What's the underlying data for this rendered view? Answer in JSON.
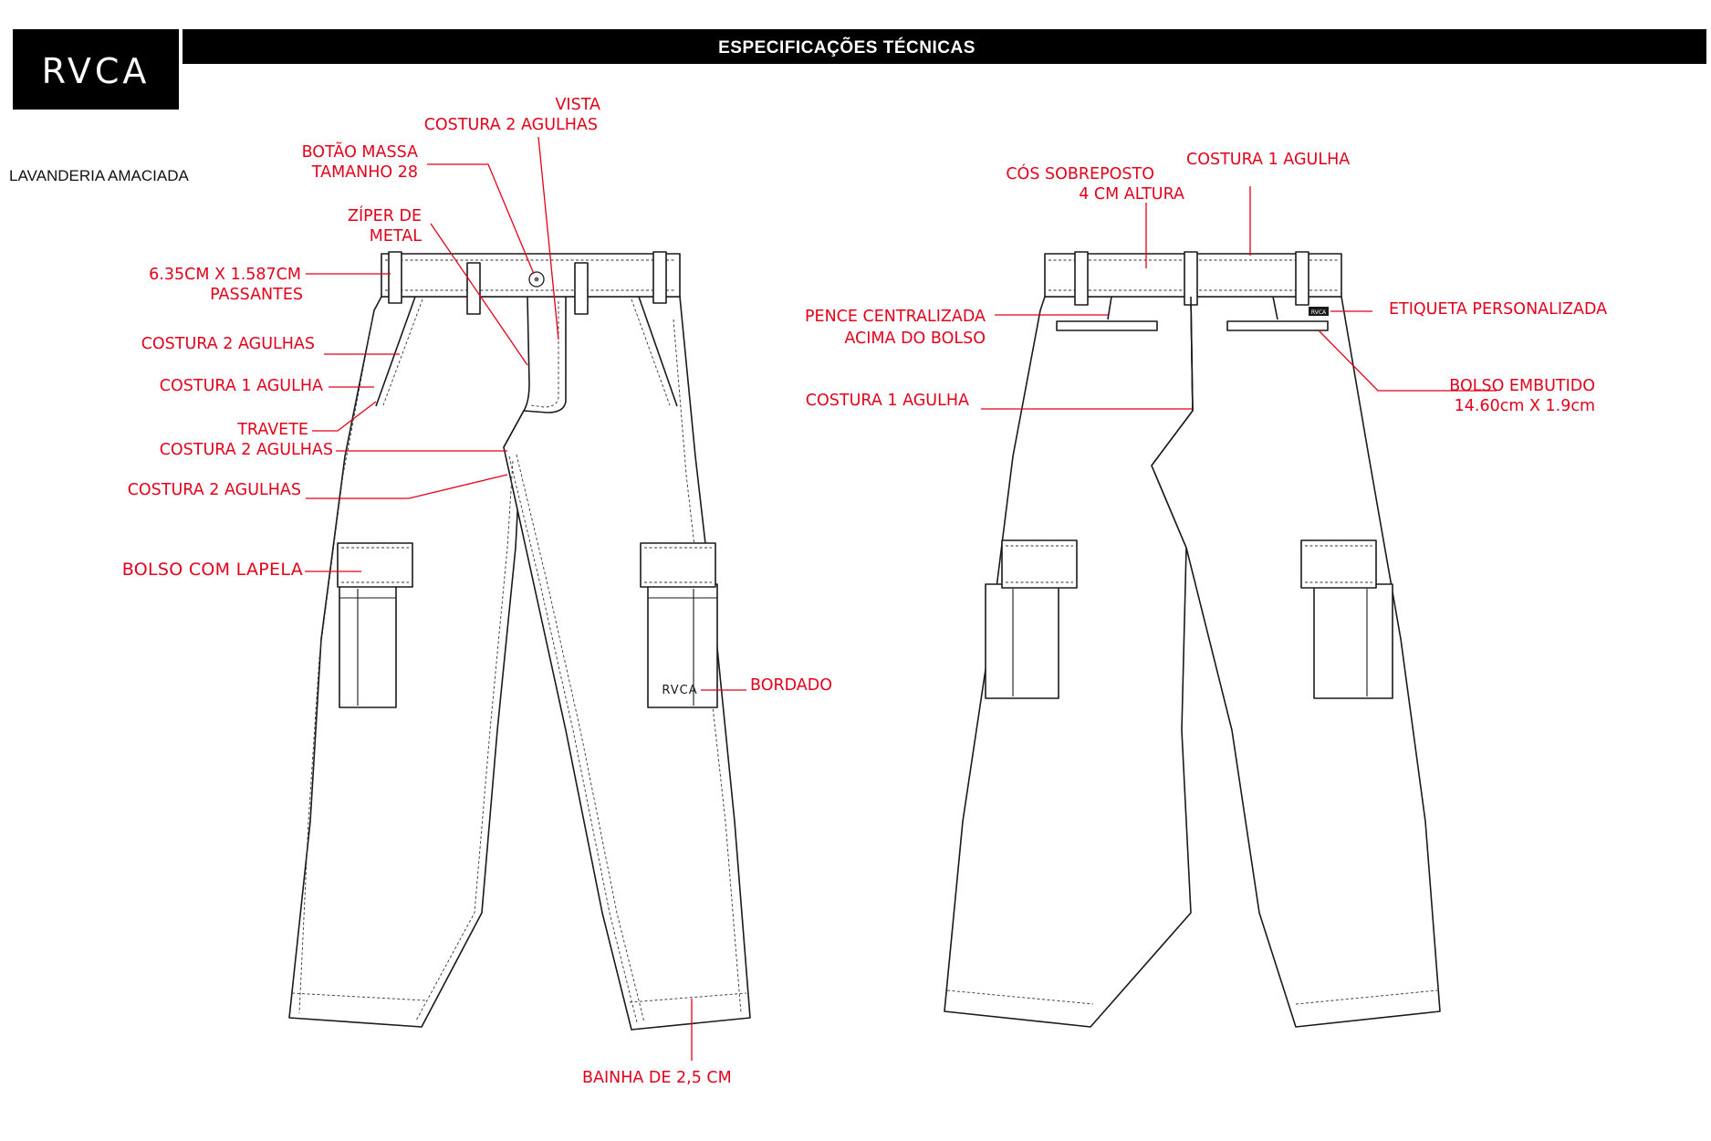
{
  "header": {
    "brand": "RVCA",
    "title": "ESPECIFICAÇÕES TÉCNICAS",
    "brand_color": "#000000",
    "accent_color": "#e3001b"
  },
  "note": "LAVANDERIA AMACIADA",
  "front_labels": {
    "vista_1": "VISTA",
    "vista_2": "COSTURA 2 AGULHAS",
    "botao_1": "BOTÃO MASSA",
    "botao_2": "TAMANHO 28",
    "ziper_1": "ZÍPER DE",
    "ziper_2": "METAL",
    "passantes_1": "6.35CM X 1.587CM",
    "passantes_2": "PASSANTES",
    "costura_2a": "COSTURA 2 AGULHAS",
    "costura_1a": "COSTURA 1 AGULHA",
    "travete": "TRAVETE",
    "costura_2b": "COSTURA 2 AGULHAS",
    "costura_2c": "COSTURA 2 AGULHAS",
    "bolso_lapela": "BOLSO COM LAPELA",
    "bordado": "BORDADO",
    "embroidery_text": "RVCA",
    "bainha": "BAINHA DE 2,5 CM"
  },
  "back_labels": {
    "cos_1": "CÓS SOBREPOSTO",
    "cos_2": "4 CM ALTURA",
    "costura_1_top": "COSTURA 1 AGULHA",
    "pence_1": "PENCE CENTRALIZADA",
    "pence_2": "ACIMA DO BOLSO",
    "etiqueta": "ETIQUETA PERSONALIZADA",
    "bolso_1": "BOLSO EMBUTIDO",
    "bolso_2": "14.60cm X 1.9cm",
    "costura_1_mid": "COSTURA 1 AGULHA",
    "label_tag_text": "RVCA"
  }
}
